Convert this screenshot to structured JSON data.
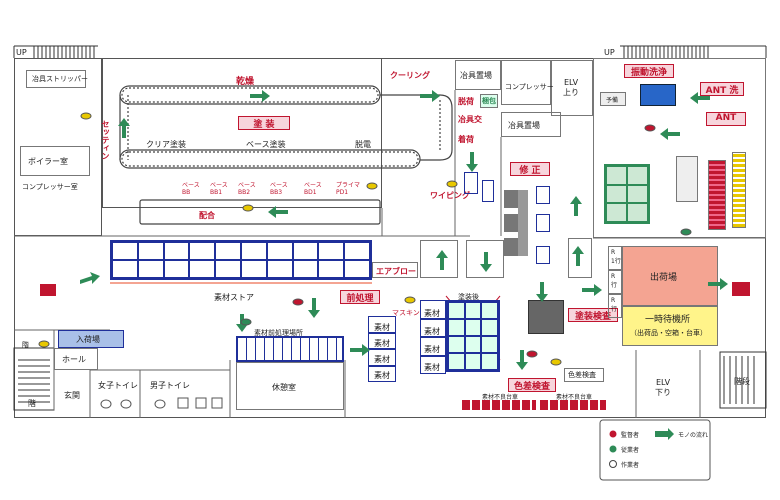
{
  "labels": {
    "up_left": "UP",
    "up_right": "UP",
    "tool_stripper": "冶具ストリッパー",
    "dry": "乾燥",
    "cooling": "クーリング",
    "tool_storage_top": "冶具置場",
    "compressor_top": "コンプレッサー",
    "elv_up": "ELV\n上り",
    "vibration_wash": "振動洗浄",
    "ant_wash": "ANT 洗",
    "prewash": "予備",
    "ant": "ANT",
    "boiler": "ボイラー室",
    "setting": "セッティン",
    "paint": "塗 装",
    "clear_paint": "クリア塗装",
    "base_paint": "ベース塗装",
    "degrease": "脱電",
    "degas": "脱荷",
    "pack": "梱包",
    "tool_cross": "冶具交",
    "load": "着荷",
    "tool_storage_mid": "冶具置場",
    "compressor_room": "コンプレッサー室",
    "booth_b": "ベース\nBB",
    "booth_b1": "ベース\nBB1",
    "booth_b2": "ベース\nBB2",
    "booth_b3": "ベース\nBB3",
    "booth_bd1": "ベース\nBD1",
    "primer": "プライマ\nPD1",
    "wiping": "ワイピング",
    "correction": "修 正",
    "distribution": "配合",
    "shipping_area": "出荷場",
    "r1": "R\n1行",
    "r2": "R\n行",
    "r3": "R\n行",
    "air_blow": "エアブロー",
    "material_store": "素材ストア",
    "pretreat": "前処理",
    "masking": "マスキング",
    "packing": "塗装後",
    "material": "素材",
    "paint_inspect": "塗装検査",
    "temp_waiting": "一時待機所",
    "temp_waiting_sub": "（出荷品・空箱・台車）",
    "arrival": "入荷場",
    "hall": "ホール",
    "entrance": "玄関",
    "female_toilet": "女子トイレ",
    "male_toilet": "男子トイレ",
    "rest_room": "休憩室",
    "material_dept": "素材前処理場所",
    "color_inspect": "色差検査",
    "inspection_room": "色差検査",
    "material_rack_left": "素材不良台車",
    "material_rack_right": "素材不良台車",
    "elv_down": "ELV\n下り",
    "stairs_left": "階",
    "stairs_right": "階段",
    "stair_tag": "階",
    "legend_manager": "監督者",
    "legend_staff": "従業者",
    "legend_worker": "作業者",
    "legend_flow": "モノの流れ"
  },
  "colors": {
    "wall": "#555555",
    "blue": "#1f2f9a",
    "red": "#c0152f",
    "pink": "#f7d5dc",
    "green": "#2e8b57",
    "salmon": "#f4a492",
    "yellow": "#fff48a",
    "lightblue": "#a9c0e8"
  }
}
